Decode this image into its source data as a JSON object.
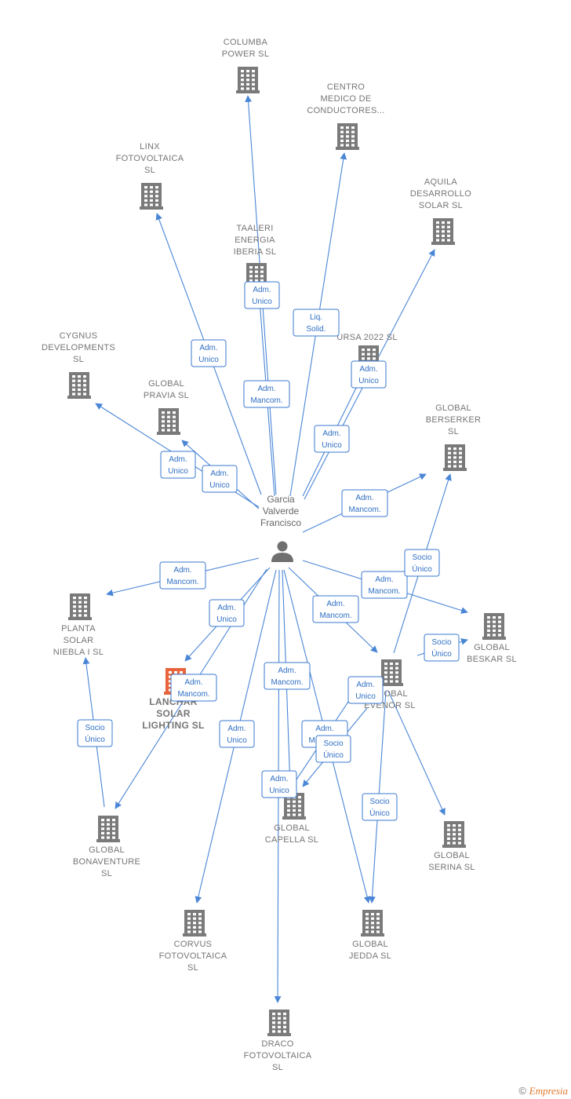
{
  "colors": {
    "edge": "#4a86d6",
    "building": "#7a7a7a",
    "focus_building": "#e8643c",
    "label": "#757575"
  },
  "person": {
    "label": [
      "Garcia",
      "Valverde",
      "Francisco"
    ],
    "icon": "person-icon"
  },
  "nodes": [
    {
      "id": "columba",
      "label": [
        "COLUMBA",
        "POWER  SL"
      ]
    },
    {
      "id": "centro",
      "label": [
        "CENTRO",
        "MEDICO DE",
        "CONDUCTORES..."
      ]
    },
    {
      "id": "linx",
      "label": [
        "LINX",
        "FOTOVOLTAICA",
        "SL"
      ]
    },
    {
      "id": "aquila",
      "label": [
        "AQUILA",
        "DESARROLLO",
        "SOLAR  SL"
      ]
    },
    {
      "id": "taaleri",
      "label": [
        "TAALERI",
        "ENERGIA",
        "IBERIA  SL"
      ]
    },
    {
      "id": "cygnus",
      "label": [
        "CYGNUS",
        "DEVELOPMENTS",
        "SL"
      ]
    },
    {
      "id": "ursa",
      "label": [
        "URSA 2022  SL"
      ]
    },
    {
      "id": "pravia",
      "label": [
        "GLOBAL",
        "PRAVIA  SL"
      ]
    },
    {
      "id": "berserker",
      "label": [
        "GLOBAL",
        "BERSERKER",
        "SL"
      ]
    },
    {
      "id": "planta",
      "label": [
        "PLANTA",
        "SOLAR",
        "NIEBLA I  SL"
      ]
    },
    {
      "id": "beskar",
      "label": [
        "GLOBAL",
        "BESKAR  SL"
      ]
    },
    {
      "id": "lanchar",
      "label": [
        "LANCHAR",
        "SOLAR",
        "LIGHTING  SL"
      ],
      "focus": true
    },
    {
      "id": "evenor",
      "label": [
        "GLOBAL",
        "EVENOR  SL"
      ]
    },
    {
      "id": "bonaventure",
      "label": [
        "GLOBAL",
        "BONAVENTURE",
        "SL"
      ]
    },
    {
      "id": "capella",
      "label": [
        "GLOBAL",
        "CAPELLA  SL"
      ]
    },
    {
      "id": "serina",
      "label": [
        "GLOBAL",
        "SERINA  SL"
      ]
    },
    {
      "id": "corvus",
      "label": [
        "CORVUS",
        "FOTOVOLTAICA",
        "SL"
      ]
    },
    {
      "id": "jedda",
      "label": [
        "GLOBAL",
        "JEDDA  SL"
      ]
    },
    {
      "id": "draco",
      "label": [
        "DRACO",
        "FOTOVOLTAICA",
        "SL"
      ]
    }
  ],
  "edges": [
    {
      "to": "columba",
      "label": [
        "Adm.",
        "Mancom."
      ]
    },
    {
      "to": "taaleri",
      "label": [
        "Adm.",
        "Unico"
      ]
    },
    {
      "to": "centro",
      "label": [
        "Liq.",
        "Solid."
      ]
    },
    {
      "to": "linx",
      "label": [
        "Adm.",
        "Unico"
      ]
    },
    {
      "to": "ursa",
      "label": [
        "Adm.",
        "Unico"
      ]
    },
    {
      "to": "aquila",
      "label": [
        "Adm.",
        "Unico"
      ]
    },
    {
      "to": "cygnus",
      "label": [
        "Adm.",
        "Unico"
      ]
    },
    {
      "to": "pravia",
      "label": [
        "Adm.",
        "Unico"
      ]
    },
    {
      "to": "berserker",
      "label": [
        "Adm.",
        "Mancom."
      ]
    },
    {
      "to": "planta",
      "label": [
        "Adm.",
        "Mancom."
      ]
    },
    {
      "to": "beskar",
      "label": [
        "Adm.",
        "Mancom."
      ]
    },
    {
      "to": "lanchar",
      "label": [
        "Adm.",
        "Unico"
      ]
    },
    {
      "to": "evenor",
      "label": [
        "Adm.",
        "Mancom."
      ]
    },
    {
      "to": "bonaventure",
      "label": [
        "Adm.",
        "Mancom."
      ]
    },
    {
      "to": "capella",
      "label": [
        "Adm.",
        "Mancom."
      ]
    },
    {
      "to": "corvus",
      "label": [
        "Adm.",
        "Unico"
      ]
    },
    {
      "to": "jedda",
      "label": [
        "Adm.",
        "Mancom."
      ]
    },
    {
      "to": "draco",
      "label": [
        "Adm.",
        "Unico"
      ]
    },
    {
      "from": "evenor",
      "to": "berserker",
      "label": [
        "Socio",
        "Único"
      ]
    },
    {
      "from": "evenor",
      "to": "beskar",
      "label": [
        "Socio",
        "Único"
      ]
    },
    {
      "from": "evenor",
      "to": "capella",
      "label": [
        "Socio",
        "Único"
      ]
    },
    {
      "from": "evenor",
      "to": "jedda",
      "label": [
        "Socio",
        "Único"
      ]
    },
    {
      "from": "evenor",
      "to": "serina",
      "label": []
    },
    {
      "from": "bonaventure",
      "to": "planta",
      "label": [
        "Socio",
        "Único"
      ]
    },
    {
      "from": "capella",
      "to": "evenor",
      "label": [
        "Adm.",
        "Unico"
      ]
    }
  ],
  "footer": {
    "copyright": "©",
    "brand": "Empresia"
  }
}
